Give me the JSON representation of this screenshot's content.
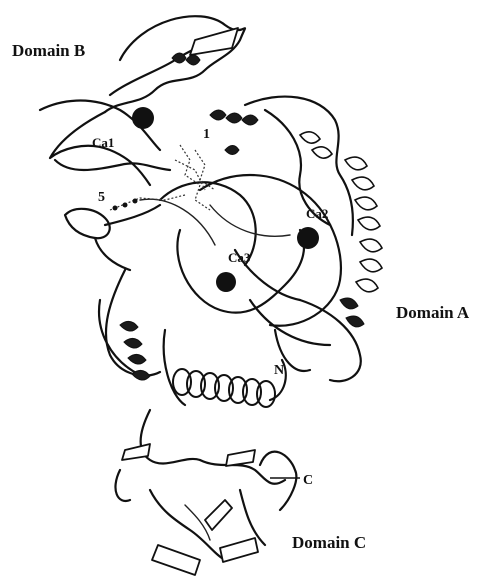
{
  "figure": {
    "labels": {
      "domain_a": "Domain A",
      "domain_b": "Domain B",
      "domain_c": "Domain C",
      "ca1": "Ca1",
      "ca2": "Ca2",
      "ca3": "Ca3",
      "site_1": "1",
      "site_5": "5",
      "n_terminus": "N",
      "c_terminus": "C"
    },
    "colors": {
      "ink": "#111111",
      "background": "#ffffff"
    }
  }
}
